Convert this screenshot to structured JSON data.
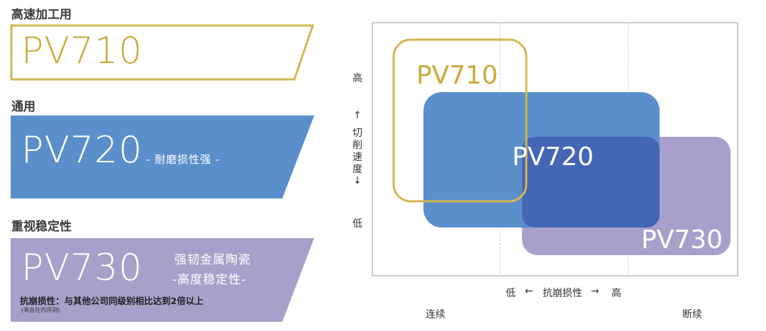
{
  "colors": {
    "gold": "#d4b650",
    "gold_text": "#c9ab3c",
    "blue": "#5b8fcb",
    "blue_dark": "#4566b4",
    "purple": "#a8a0cb"
  },
  "left": {
    "high_speed": {
      "category": "高速加工用",
      "model": "PV710"
    },
    "general": {
      "category": "通用",
      "model": "PV720",
      "tagline": "- 耐磨损性强 -"
    },
    "stability": {
      "category": "重视稳定性",
      "model": "PV730",
      "feature_line1": "强韧金属陶瓷",
      "feature_line2": "-高度稳定性-",
      "note": "抗崩损性：与其他公司同级别相比达到2倍以上",
      "note_source": "(来自社内评测)"
    }
  },
  "diagram": {
    "y_high": "高",
    "y_arrow_up": "↑",
    "y_label_chars": [
      "切",
      "削",
      "速",
      "度"
    ],
    "y_arrow_down": "↓",
    "y_low": "低",
    "x_low": "低",
    "x_arrow_left": "←",
    "x_label": "抗崩损性",
    "x_arrow_right": "→",
    "x_high": "高",
    "x_left_region": "连续",
    "x_right_region": "断续",
    "boxes": [
      {
        "model": "PV710"
      },
      {
        "model": "PV720"
      },
      {
        "model": "PV730"
      }
    ]
  }
}
